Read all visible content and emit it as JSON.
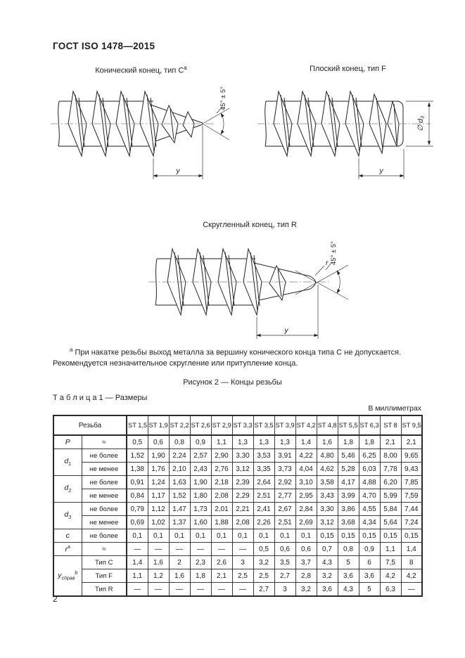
{
  "page": {
    "header": "ГОСТ  ISO 1478—2015",
    "page_number": "2"
  },
  "figures": {
    "cone": {
      "caption": "Конический конец, тип С",
      "caption_sup": "a",
      "angle_label": "45° ± 5°",
      "y_label": "y"
    },
    "flat": {
      "caption": "Плоский конец, тип F",
      "diameter_label": "∅ d",
      "diameter_sub": "3",
      "y_label": "y"
    },
    "round": {
      "caption": "Скругленный конец, тип R",
      "angle_label": "45° ± 5°",
      "radius_label": "r",
      "y_label": "y"
    },
    "figure_caption": "Рисунок 2 — Концы резьбы"
  },
  "footnote": {
    "marker": "a",
    "text": " При накатке резьбы выход металла за вершину конического конца типа С не допускается. Рекомендуется незначительное скругление или притупление конца."
  },
  "table": {
    "title": "Т а б л и ц а  1 — Размеры",
    "units_note": "В миллиметрах",
    "thread_header": "Резьба",
    "size_headers": [
      "ST 1,5",
      "ST 1,9",
      "ST 2,2",
      "ST 2,6",
      "ST 2,9",
      "ST 3,3",
      "ST 3,5",
      "ST 3,9",
      "ST 4,2",
      "ST 4,8",
      "ST 5,5",
      "ST 6,3",
      "ST 8",
      "ST 9,5"
    ],
    "groups": [
      {
        "param": {
          "base": "P",
          "sub": "",
          "sup": ""
        },
        "rows": [
          {
            "qual": "≈",
            "values": [
              "0,5",
              "0,6",
              "0,8",
              "0,9",
              "1,1",
              "1,3",
              "1,3",
              "1,3",
              "1,4",
              "1,6",
              "1,8",
              "1,8",
              "2,1",
              "2,1"
            ]
          }
        ]
      },
      {
        "param": {
          "base": "d",
          "sub": "1",
          "sup": ""
        },
        "rows": [
          {
            "qual": "не более",
            "values": [
              "1,52",
              "1,90",
              "2,24",
              "2,57",
              "2,90",
              "3,30",
              "3,53",
              "3,91",
              "4,22",
              "4,80",
              "5,46",
              "6,25",
              "8,00",
              "9,65"
            ]
          },
          {
            "qual": "не менее",
            "values": [
              "1,38",
              "1,76",
              "2,10",
              "2,43",
              "2,76",
              "3,12",
              "3,35",
              "3,73",
              "4,04",
              "4,62",
              "5,28",
              "6,03",
              "7,78",
              "9,43"
            ]
          }
        ]
      },
      {
        "param": {
          "base": "d",
          "sub": "2",
          "sup": ""
        },
        "rows": [
          {
            "qual": "не более",
            "values": [
              "0,91",
              "1,24",
              "1,63",
              "1,90",
              "2,18",
              "2,39",
              "2,64",
              "2,92",
              "3,10",
              "3,58",
              "4,17",
              "4,88",
              "6,20",
              "7,85"
            ]
          },
          {
            "qual": "не менее",
            "values": [
              "0,84",
              "1,17",
              "1,52",
              "1,80",
              "2,08",
              "2,29",
              "2,51",
              "2,77",
              "2,95",
              "3,43",
              "3,99",
              "4,70",
              "5,99",
              "7,59"
            ]
          }
        ]
      },
      {
        "param": {
          "base": "d",
          "sub": "3",
          "sup": ""
        },
        "rows": [
          {
            "qual": "не более",
            "values": [
              "0,79",
              "1,12",
              "1,47",
              "1,73",
              "2,01",
              "2,21",
              "2,41",
              "2,67",
              "2,84",
              "3,30",
              "3,86",
              "4,55",
              "5,84",
              "7,44"
            ]
          },
          {
            "qual": "не менее",
            "values": [
              "0,69",
              "1,02",
              "1,37",
              "1,60",
              "1,88",
              "2,08",
              "2,26",
              "2,51",
              "2,69",
              "3,12",
              "3,68",
              "4,34",
              "5,64",
              "7,24"
            ]
          }
        ]
      },
      {
        "param": {
          "base": "c",
          "sub": "",
          "sup": ""
        },
        "rows": [
          {
            "qual": "не более",
            "values": [
              "0,1",
              "0,1",
              "0,1",
              "0,1",
              "0,1",
              "0,1",
              "0,1",
              "0,1",
              "0,1",
              "0,15",
              "0,15",
              "0,15",
              "0,15",
              "0,15"
            ]
          }
        ]
      },
      {
        "param": {
          "base": "r",
          "sub": "",
          "sup": "a"
        },
        "rows": [
          {
            "qual": "≈",
            "values": [
              "—",
              "—",
              "—",
              "—",
              "—",
              "—",
              "0,5",
              "0,6",
              "0,6",
              "0,7",
              "0,8",
              "0,9",
              "1,1",
              "1,4"
            ]
          }
        ]
      },
      {
        "param": {
          "base": "y",
          "sub": "справ",
          "sup": "b"
        },
        "rows": [
          {
            "qual": "Тип C",
            "values": [
              "1,4",
              "1,6",
              "2",
              "2,3",
              "2,6",
              "3",
              "3,2",
              "3,5",
              "3,7",
              "4,3",
              "5",
              "6",
              "7,5",
              "8"
            ]
          },
          {
            "qual": "Тип F",
            "values": [
              "1,1",
              "1,2",
              "1,6",
              "1,8",
              "2,1",
              "2,5",
              "2,5",
              "2,7",
              "2,8",
              "3,2",
              "3,6",
              "3,6",
              "4,2",
              "4,2"
            ]
          },
          {
            "qual": "Тип R",
            "values": [
              "—",
              "—",
              "—",
              "—",
              "—",
              "—",
              "2,7",
              "3",
              "3,2",
              "3,6",
              "4,3",
              "5",
              "6,3",
              "—"
            ]
          }
        ]
      }
    ]
  }
}
